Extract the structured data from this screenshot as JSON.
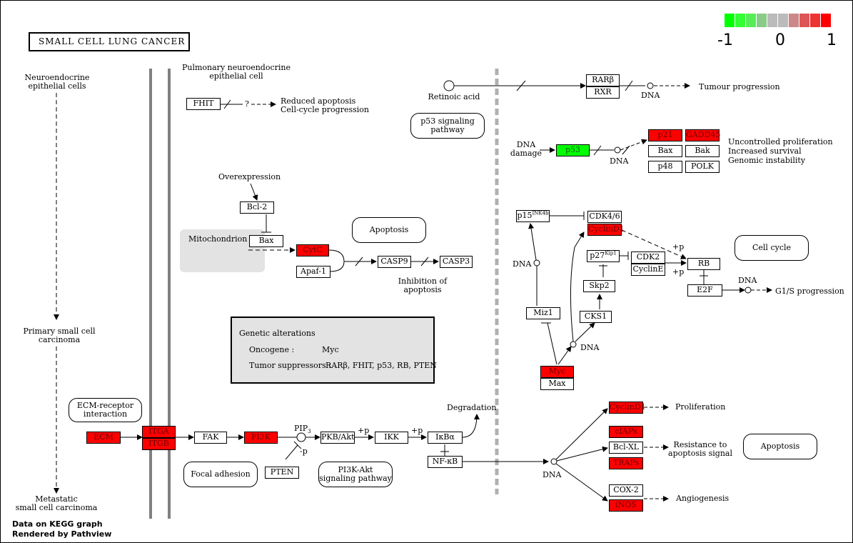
{
  "title": "SMALL CELL LUNG CANCER",
  "legend": {
    "min": "-1",
    "mid": "0",
    "max": "1",
    "colors": [
      "#00ff00",
      "#33ff33",
      "#55ee55",
      "#88cc88",
      "#bbbbbb",
      "#bbbbbb",
      "#cc8888",
      "#dd5555",
      "#ee3333",
      "#ff0000"
    ]
  },
  "footer": {
    "line1": "Data on KEGG graph",
    "line2": "Rendered by Pathview"
  },
  "cells": {
    "neuroendocrine": [
      "Neuroendocrine",
      "epithelial cells"
    ],
    "primary": [
      "Primary small cell",
      "carcinoma"
    ],
    "metastatic": [
      "Metastatic",
      "small cell carcinoma"
    ],
    "pulmonary": [
      "Pulmonary neuroendocrine",
      "epithelial cell"
    ]
  },
  "genes": {
    "fhit": "FHIT",
    "bcl2_top": "Bcl-2",
    "bax_mito": "Bax",
    "cytc": "CytC",
    "apaf1": "Apaf-1",
    "casp9": "CASP9",
    "casp3": "CASP3",
    "rarb": "RARβ",
    "rxr": "RXR",
    "p53": "p53",
    "p21": "p21",
    "gadd45": "GADD45",
    "bax_p53": "Bax",
    "bak": "Bak",
    "p48": "p48",
    "polk": "POLK",
    "p15": "p15",
    "p15_sup": "INK4b",
    "cdk46": "CDK4/6",
    "cyclind1_top": "CyclinD1",
    "p27": "p27",
    "p27_sup": "Kip1",
    "cdk2": "CDK2",
    "cycline": "CyclinE",
    "skp2": "Skp2",
    "cks1": "CKS1",
    "rb": "RB",
    "e2f": "E2F",
    "miz1": "Miz1",
    "myc": "Myc",
    "max": "Max",
    "ecm": "ECM",
    "itga": "ITGA",
    "itgb": "ITGB",
    "fak": "FAK",
    "pi3k": "PI3K",
    "pten": "PTEN",
    "pkb": "PKB/Akt",
    "ikk": "IKK",
    "ikba": "IκBα",
    "nfkb": "NF-κB",
    "cyclind1_bot": "CyclinD1",
    "ciaps": "cIAPs",
    "bclxl": "Bcl-XL",
    "traps": "TRAPs",
    "cox2": "COX-2",
    "inos": "iNOS"
  },
  "pathways": {
    "p53": [
      "p53 signaling",
      "pathway"
    ],
    "apoptosis_top": "Apoptosis",
    "cell_cycle": "Cell cycle",
    "ecm_receptor": [
      "ECM-receptor",
      "interaction"
    ],
    "focal_adhesion": "Focal adhesion",
    "pi3k_akt": [
      "PI3K-Akt",
      "signaling pathway"
    ],
    "apoptosis_bottom": "Apoptosis"
  },
  "labels": {
    "q": "?",
    "reduced": [
      "Reduced apoptosis",
      "Cell-cycle progression"
    ],
    "overexpression": "Overexpression",
    "mitochondrion": "Mitochondrion",
    "inhibition": [
      "Inhibition of",
      "apoptosis"
    ],
    "retinoic": "Retinoic acid",
    "dna": "DNA",
    "tumour": "Tumour progression",
    "dna_damage": [
      "DNA",
      "damage"
    ],
    "uncontrolled": [
      "Uncontrolled proliferation",
      "Increased survival",
      "Genomic instability"
    ],
    "plus_p": "+p",
    "minus_p": "-p",
    "g1s": "G1/S progression",
    "degradation": "Degradation",
    "pip3": "PIP",
    "pip3_sub": "3",
    "proliferation": "Proliferation",
    "resistance": [
      "Resistance to",
      "apoptosis signal"
    ],
    "angiogenesis": "Angiogenesis"
  },
  "genetic_alterations": {
    "heading": "Genetic alterations",
    "oncogene_label": "Oncogene :",
    "oncogene_value": "Myc",
    "suppressor_label": "Tumor suppressors :",
    "suppressor_value": "RARβ, FHIT, p53, RB, PTEN"
  }
}
